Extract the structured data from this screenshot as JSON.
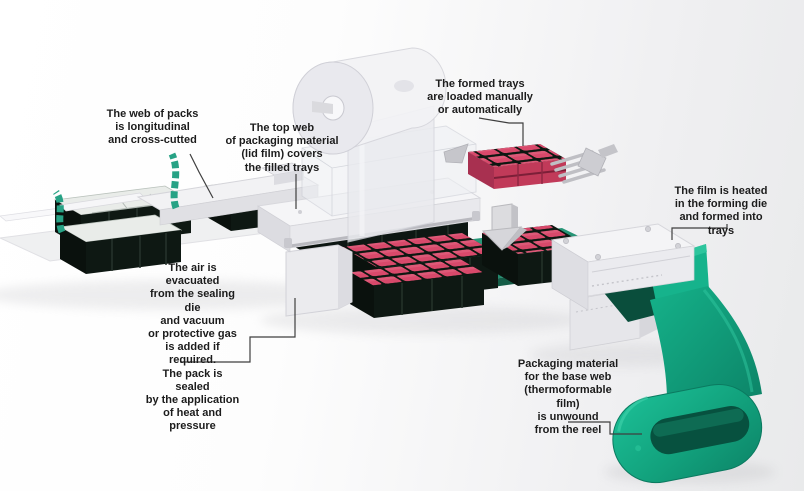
{
  "labels": {
    "web_of_packs": "The web of packs\nis longitudinal\nand cross-cutted",
    "top_web": "The top web\nof packaging material\n(lid film) covers\nthe filled trays",
    "formed_trays": "The formed trays\nare loaded manually\nor automatically",
    "film_heated": "The film is heated\nin the forming die\nand formed into trays",
    "air_evacuated": "The air is evacuated\nfrom the sealing die\nand vacuum\nor protective gas\nis added if required.\nThe pack is sealed\nby the application\nof heat and pressure",
    "packaging_material": "Packaging material\nfor the base web\n(thermoformable film)\nis unwound\nfrom the reel"
  },
  "colors": {
    "film_teal_bright": "#17b890",
    "film_teal_dark": "#0c8266",
    "band_teal": "#2aa183",
    "product_pink": "#d8496b",
    "tray_black": "#101c17",
    "machine_white": "#f4f4f6",
    "label_text": "#1c1c1c",
    "leader_line": "#3f3f3f"
  }
}
